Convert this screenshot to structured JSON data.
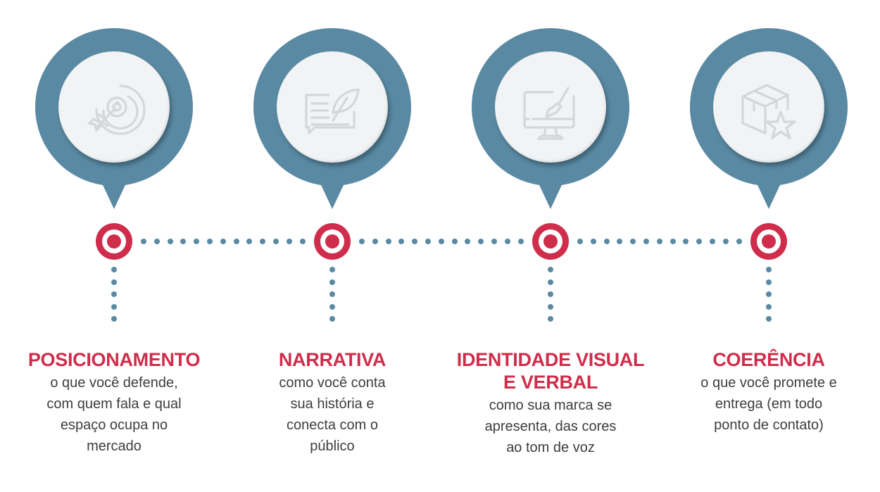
{
  "colors": {
    "pin": "#5a8aa3",
    "marker": "#cf2d4b",
    "title": "#cf2d4b",
    "body_text": "#3d3d3d",
    "icon_stroke": "#d4d6d8"
  },
  "steps": [
    {
      "icon": "target-arrow-icon",
      "title": "POSICIONAMENTO",
      "description_lines": [
        "o que você defende,",
        "com quem fala e qual",
        "espaço ocupa no",
        "mercado"
      ]
    },
    {
      "icon": "quill-document-icon",
      "title": "NARRATIVA",
      "description_lines": [
        "como você conta",
        "sua história e",
        "conecta com o",
        "público"
      ]
    },
    {
      "icon": "monitor-paintbrush-icon",
      "title": "IDENTIDADE VISUAL E VERBAL",
      "title_lines": [
        "IDENTIDADE VISUAL",
        "E VERBAL"
      ],
      "description_lines": [
        "como sua marca se",
        "apresenta, das cores",
        "ao tom de voz"
      ]
    },
    {
      "icon": "box-star-icon",
      "title": "COERÊNCIA",
      "description_lines": [
        "o que você promete e",
        "entrega (em todo",
        "ponto de contato)"
      ]
    }
  ]
}
